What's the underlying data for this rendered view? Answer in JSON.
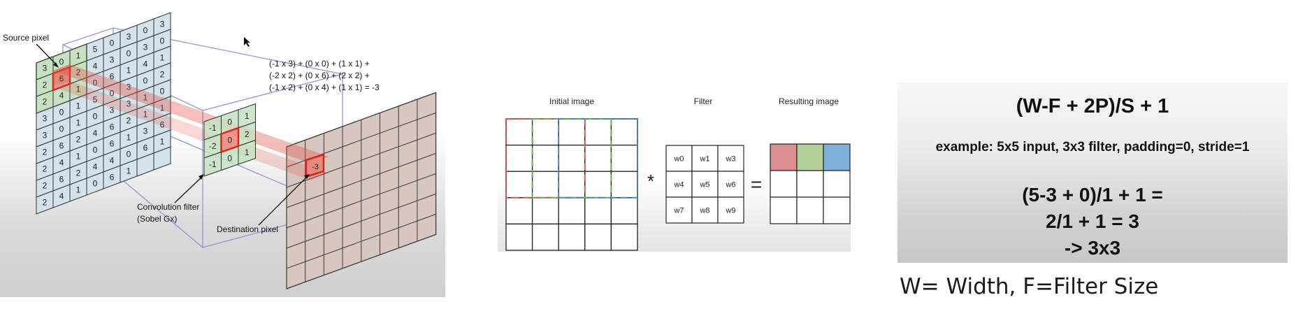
{
  "conv3d": {
    "source_label": "Source pixel",
    "filter_label_1": "Convolution filter",
    "filter_label_2": "(Sobel Gx)",
    "dest_label": "Destination pixel",
    "eq_line1": "(-1 x 3) + (0 x 0) + (1 x 1) +",
    "eq_line2": "(-2 x 2) + (0 x 6) + (2 x 2) +",
    "eq_line3": "(-1 x 2) + (0 x 4) + (1 x 1)  = -3",
    "input_grid": [
      [
        "3",
        "0",
        "1",
        "5",
        "0",
        "3",
        "0",
        "3"
      ],
      [
        "2",
        "6",
        "2",
        "4",
        "3",
        "0",
        "3",
        "0"
      ],
      [
        "2",
        "4",
        "1",
        "0",
        "6",
        "1",
        "4",
        "1"
      ],
      [
        "3",
        "0",
        "1",
        "5",
        "0",
        "3",
        "0",
        "2"
      ],
      [
        "3",
        "0",
        "1",
        "0",
        "3",
        "3",
        "1",
        "0"
      ],
      [
        "2",
        "6",
        "2",
        "4",
        "6",
        "2",
        "1",
        "1"
      ],
      [
        "2",
        "4",
        "1",
        "0",
        "6",
        "1",
        "3",
        "6"
      ],
      [
        "2",
        "6",
        "2",
        "4",
        "4",
        "0",
        "6",
        "1"
      ],
      [
        "2",
        "4",
        "1",
        "0",
        "6",
        "1",
        "",
        ""
      ]
    ],
    "filter_grid": [
      [
        "-1",
        "0",
        "1"
      ],
      [
        "-2",
        "0",
        "2"
      ],
      [
        "-1",
        "0",
        "1"
      ]
    ],
    "dest_value": "-3"
  },
  "grid_diagram": {
    "initial_label": "Initial image",
    "filter_label": "Filter",
    "result_label": "Resulting image",
    "operator_star": "*",
    "operator_eq": "=",
    "weights": [
      "w0",
      "w1",
      "w3",
      "w4",
      "w5",
      "w6",
      "w7",
      "w8",
      "w9"
    ],
    "colors": {
      "red": "#d9534f",
      "green": "#6aa84f",
      "blue": "#3d85c6",
      "cell_red": "#dc8e8e",
      "cell_green": "#b4cf97",
      "cell_blue": "#7fb0dc"
    }
  },
  "formula": {
    "main": "(W-F + 2P)/S + 1",
    "example": "example: 5x5 input, 3x3 filter, padding=0, stride=1",
    "calc1": "(5-3 + 0)/1 + 1 =",
    "calc2": "2/1 + 1 = 3",
    "calc3": "-> 3x3",
    "note": "W= Width, F=Filter Size"
  }
}
